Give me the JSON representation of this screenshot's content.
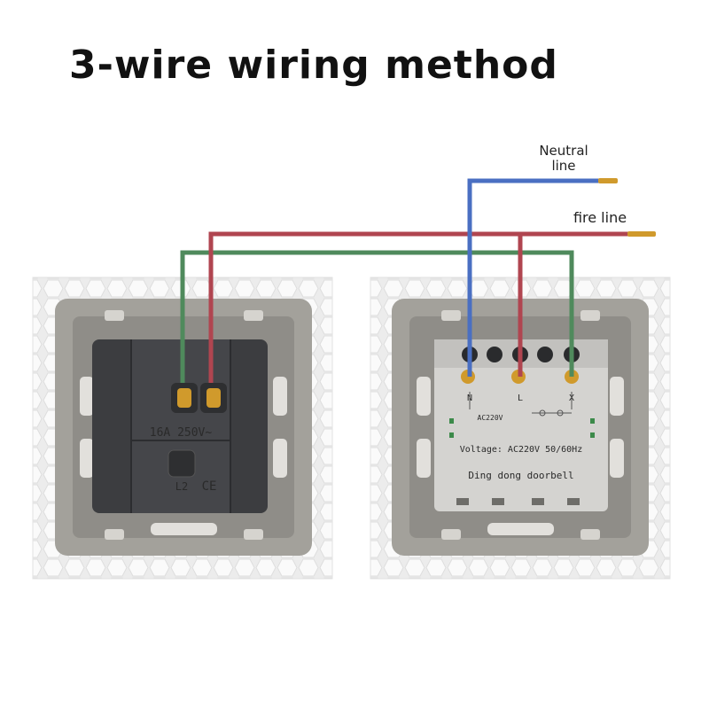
{
  "title": "3-wire wiring method",
  "labels": {
    "neutral_line_1": "Neutral",
    "neutral_line_2": "line",
    "fire_line": "fire line"
  },
  "socket_module": {
    "rating": "16A 250V~",
    "model": "L2",
    "mark": "CE"
  },
  "doorbell_module": {
    "terminals": [
      "N",
      "L",
      "X"
    ],
    "spec_1": "AC220V",
    "spec_2": "Voltage: AC220V  50/60Hz",
    "spec_3": "Ding dong doorbell"
  },
  "colors": {
    "neutral_wire": "#4a6fc2",
    "fire_wire": "#b04550",
    "link_wire": "#4f8a5c",
    "wire_tip": "#d09a2c",
    "panel_frame": "#9c9a94",
    "module_body": "#3c3d40"
  }
}
